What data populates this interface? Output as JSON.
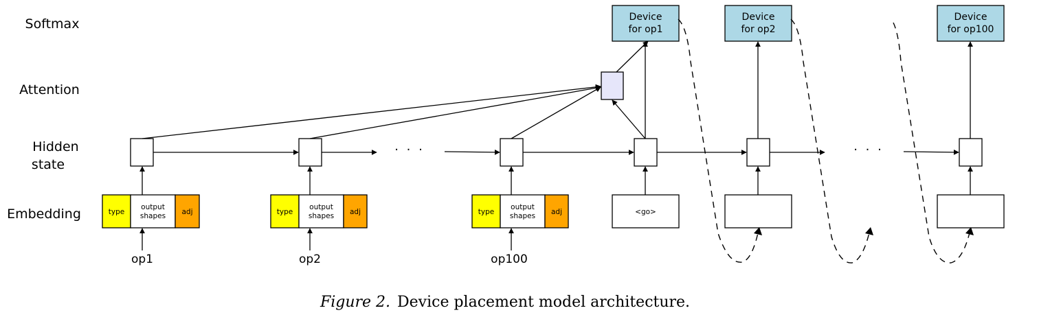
{
  "rows": {
    "softmax": "Softmax",
    "attention": "Attention",
    "hidden_line1": "Hidden",
    "hidden_line2": "state",
    "embedding": "Embedding"
  },
  "embedding_cells": {
    "type": "type",
    "shapes_line1": "output",
    "shapes_line2": "shapes",
    "adj": "adj"
  },
  "ops": [
    "op1",
    "op2",
    "op100"
  ],
  "go_token": "<go>",
  "devices": [
    {
      "line1": "Device",
      "line2": "for op1"
    },
    {
      "line1": "Device",
      "line2": "for op2"
    },
    {
      "line1": "Device",
      "line2": "for op100"
    }
  ],
  "ellipsis": "· · ·",
  "caption": {
    "figure": "Figure 2.",
    "text": "Device placement model architecture."
  },
  "colors": {
    "type": "#ffff00",
    "adj": "#ffa500",
    "device": "#add8e6",
    "attention": "#e6e6fa"
  }
}
